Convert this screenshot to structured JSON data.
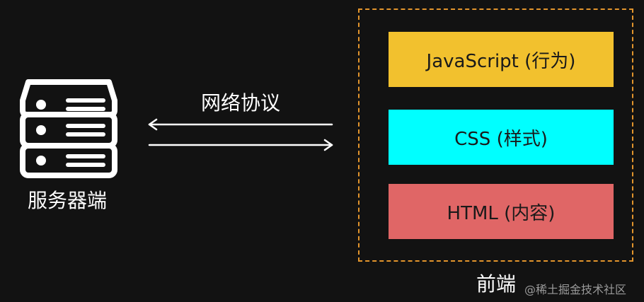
{
  "server": {
    "label": "服务器端",
    "icon": "server-stack-icon"
  },
  "protocol": {
    "label": "网络协议",
    "icon": "bidirectional-arrows-icon"
  },
  "frontend": {
    "label": "前端",
    "frame_color": "#e3952c",
    "layers": [
      {
        "label": "JavaScript (行为)",
        "color": "#f2c12e"
      },
      {
        "label": "CSS (样式)",
        "color": "#00ffff"
      },
      {
        "label": "HTML (内容)",
        "color": "#e06666"
      }
    ]
  },
  "watermark": "@稀土掘金技术社区"
}
